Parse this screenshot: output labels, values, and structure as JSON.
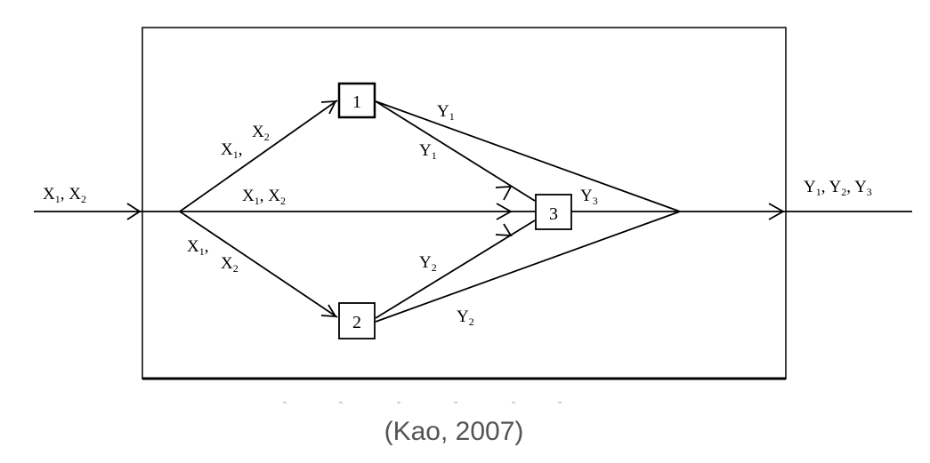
{
  "diagram": {
    "input_label": {
      "a": "X",
      "a_sub": "1",
      "sep": ", ",
      "b": "X",
      "b_sub": "2"
    },
    "output_label": {
      "a": "Y",
      "a_sub": "1",
      "sep1": ", ",
      "b": "Y",
      "b_sub": "2",
      "sep2": ", ",
      "c": "Y",
      "c_sub": "3"
    },
    "nodes": {
      "n1": "1",
      "n2": "2",
      "n3": "3"
    },
    "edge_labels": {
      "to_node1": {
        "a": "X",
        "a_sub": "1",
        "sep": ",",
        "b": "X",
        "b_sub": "2"
      },
      "to_node3_direct": {
        "a": "X",
        "a_sub": "1",
        "sep": ", ",
        "b": "X",
        "b_sub": "2"
      },
      "to_node2": {
        "a": "X",
        "a_sub": "1",
        "sep": ",",
        "b": "X",
        "b_sub": "2"
      },
      "node1_to_out": {
        "a": "Y",
        "a_sub": "1"
      },
      "node1_to_node3": {
        "a": "Y",
        "a_sub": "1"
      },
      "node2_to_node3": {
        "a": "Y",
        "a_sub": "2"
      },
      "node2_to_out": {
        "a": "Y",
        "a_sub": "2"
      },
      "node3_out": {
        "a": "Y",
        "a_sub": "3"
      }
    }
  },
  "caption": "(Kao, 2007)"
}
